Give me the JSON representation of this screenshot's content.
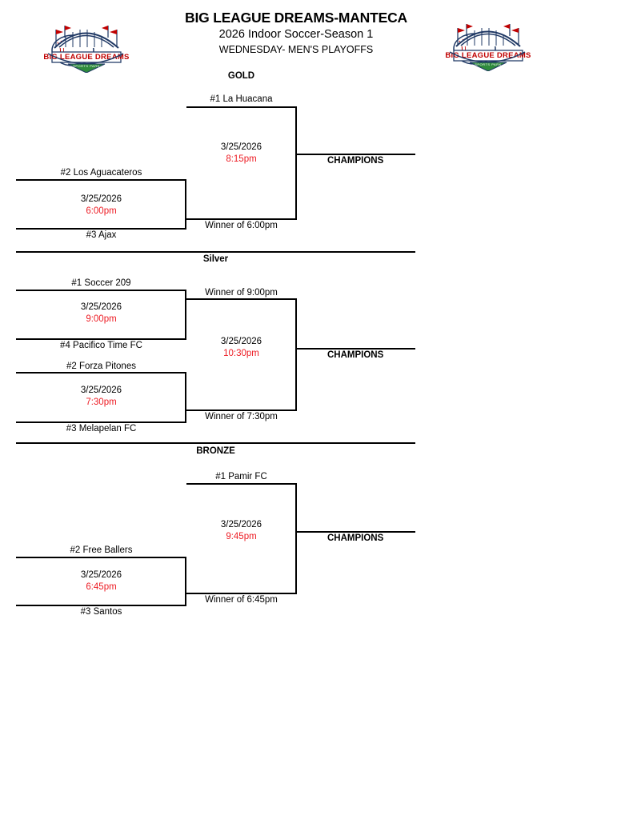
{
  "header": {
    "title": "BIG LEAGUE DREAMS-MANTECA",
    "subtitle": "2026 Indoor Soccer-Season 1",
    "subtitle2": "WEDNESDAY- MEN'S PLAYOFFS",
    "logo_left_name": "big-league-dreams-logo",
    "logo_right_name": "big-league-dreams-logo",
    "logo_text_main": "BIG LEAGUE DREAMS",
    "logo_text_sub": "SPORTS PARK"
  },
  "colors": {
    "time_red": "#ED1C24",
    "line_black": "#000000",
    "logo_navy": "#1F3864",
    "logo_red": "#C00000",
    "logo_green": "#2E8B3C"
  },
  "sections": [
    {
      "name": "GOLD",
      "title": "GOLD",
      "champions_label": "CHAMPIONS",
      "slots": [
        {
          "label": "#1 La Huacana"
        },
        {
          "label": "#2 Los Aguacateros"
        },
        {
          "label": "#3 Ajax"
        },
        {
          "label": "Winner of 6:00pm"
        }
      ],
      "matches": [
        {
          "id": "gold-semifinal",
          "date": "3/25/2026",
          "time": "6:00pm"
        },
        {
          "id": "gold-final",
          "date": "3/25/2026",
          "time": "8:15pm"
        }
      ]
    },
    {
      "name": "Silver",
      "title": "Silver",
      "champions_label": "CHAMPIONS",
      "slots": [
        {
          "label": "#1 Soccer 209"
        },
        {
          "label": "#4 Pacifico Time FC"
        },
        {
          "label": "#2 Forza Pitones"
        },
        {
          "label": "#3 Melapelan FC"
        },
        {
          "label": "Winner of 9:00pm"
        },
        {
          "label": "Winner of 7:30pm"
        }
      ],
      "matches": [
        {
          "id": "silver-semifinal-1",
          "date": "3/25/2026",
          "time": "9:00pm"
        },
        {
          "id": "silver-semifinal-2",
          "date": "3/25/2026",
          "time": "7:30pm"
        },
        {
          "id": "silver-final",
          "date": "3/25/2026",
          "time": "10:30pm"
        }
      ]
    },
    {
      "name": "BRONZE",
      "title": "BRONZE",
      "champions_label": "CHAMPIONS",
      "slots": [
        {
          "label": "#1  Pamir FC"
        },
        {
          "label": "#2 Free Ballers"
        },
        {
          "label": "#3 Santos"
        },
        {
          "label": "Winner of 6:45pm"
        }
      ],
      "matches": [
        {
          "id": "bronze-semifinal",
          "date": "3/25/2026",
          "time": "6:45pm"
        },
        {
          "id": "bronze-final",
          "date": "3/25/2026",
          "time": "9:45pm"
        }
      ]
    }
  ]
}
